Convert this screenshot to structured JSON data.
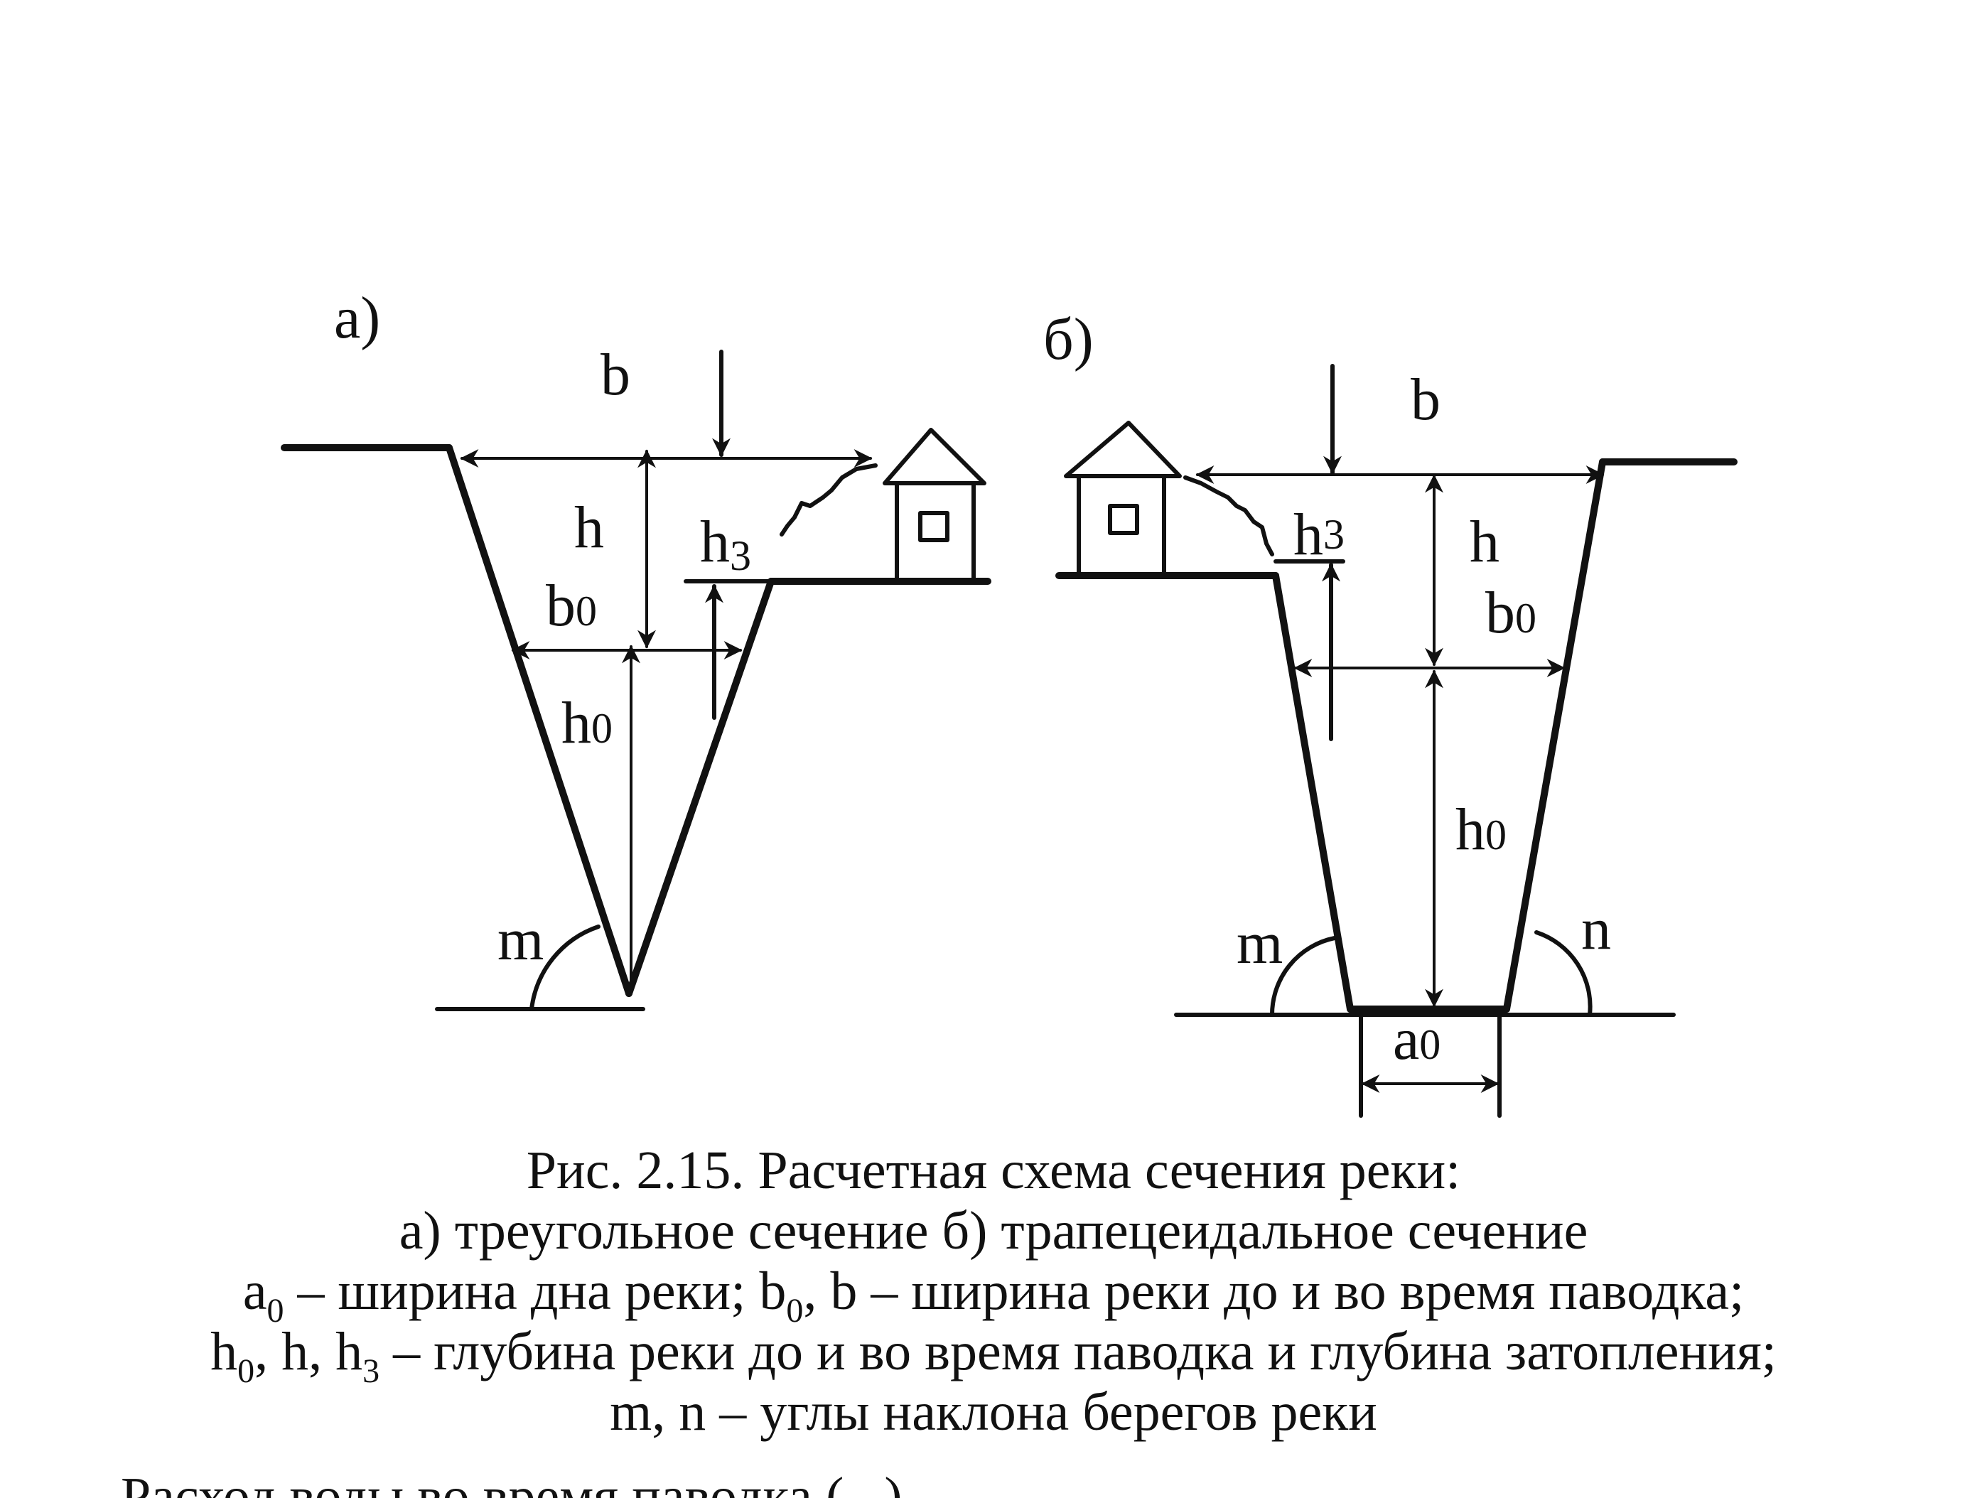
{
  "panel_a": {
    "label": "а)",
    "b": "b",
    "h": "h",
    "h3_main": "h",
    "h3_sub": "3",
    "b0_main": "b",
    "b0_sub": "0",
    "h0_main": "h",
    "h0_sub": "0",
    "m": "m"
  },
  "panel_b": {
    "label": "б)",
    "b": "b",
    "h": "h",
    "h3_main": "h",
    "h3_sub": "3",
    "b0_main": "b",
    "b0_sub": "0",
    "h0_main": "h",
    "h0_sub": "0",
    "m": "m",
    "n": "n",
    "a0_main": "a",
    "a0_sub": "0"
  },
  "caption": {
    "line1": "Рис. 2.15. Расчетная схема сечения реки:",
    "line2": "а) треугольное сечение б) трапецеидальное сечение",
    "line3": {
      "a": "a",
      "a_sub": "0",
      "t1": " – ширина дна реки; ",
      "b": "b",
      "b_sub": "0",
      "t2": ", b – ширина реки до и во время паводка;"
    },
    "line4": {
      "h": "h",
      "h_sub": "0",
      "t1": ", h, h",
      "h3_sub": "3",
      "t2": " – глубина реки до и во время паводка и глубина затопления;"
    },
    "line5": "m, n – углы наклона берегов реки"
  },
  "cut_text": "Расход воды во время паводка (...)"
}
